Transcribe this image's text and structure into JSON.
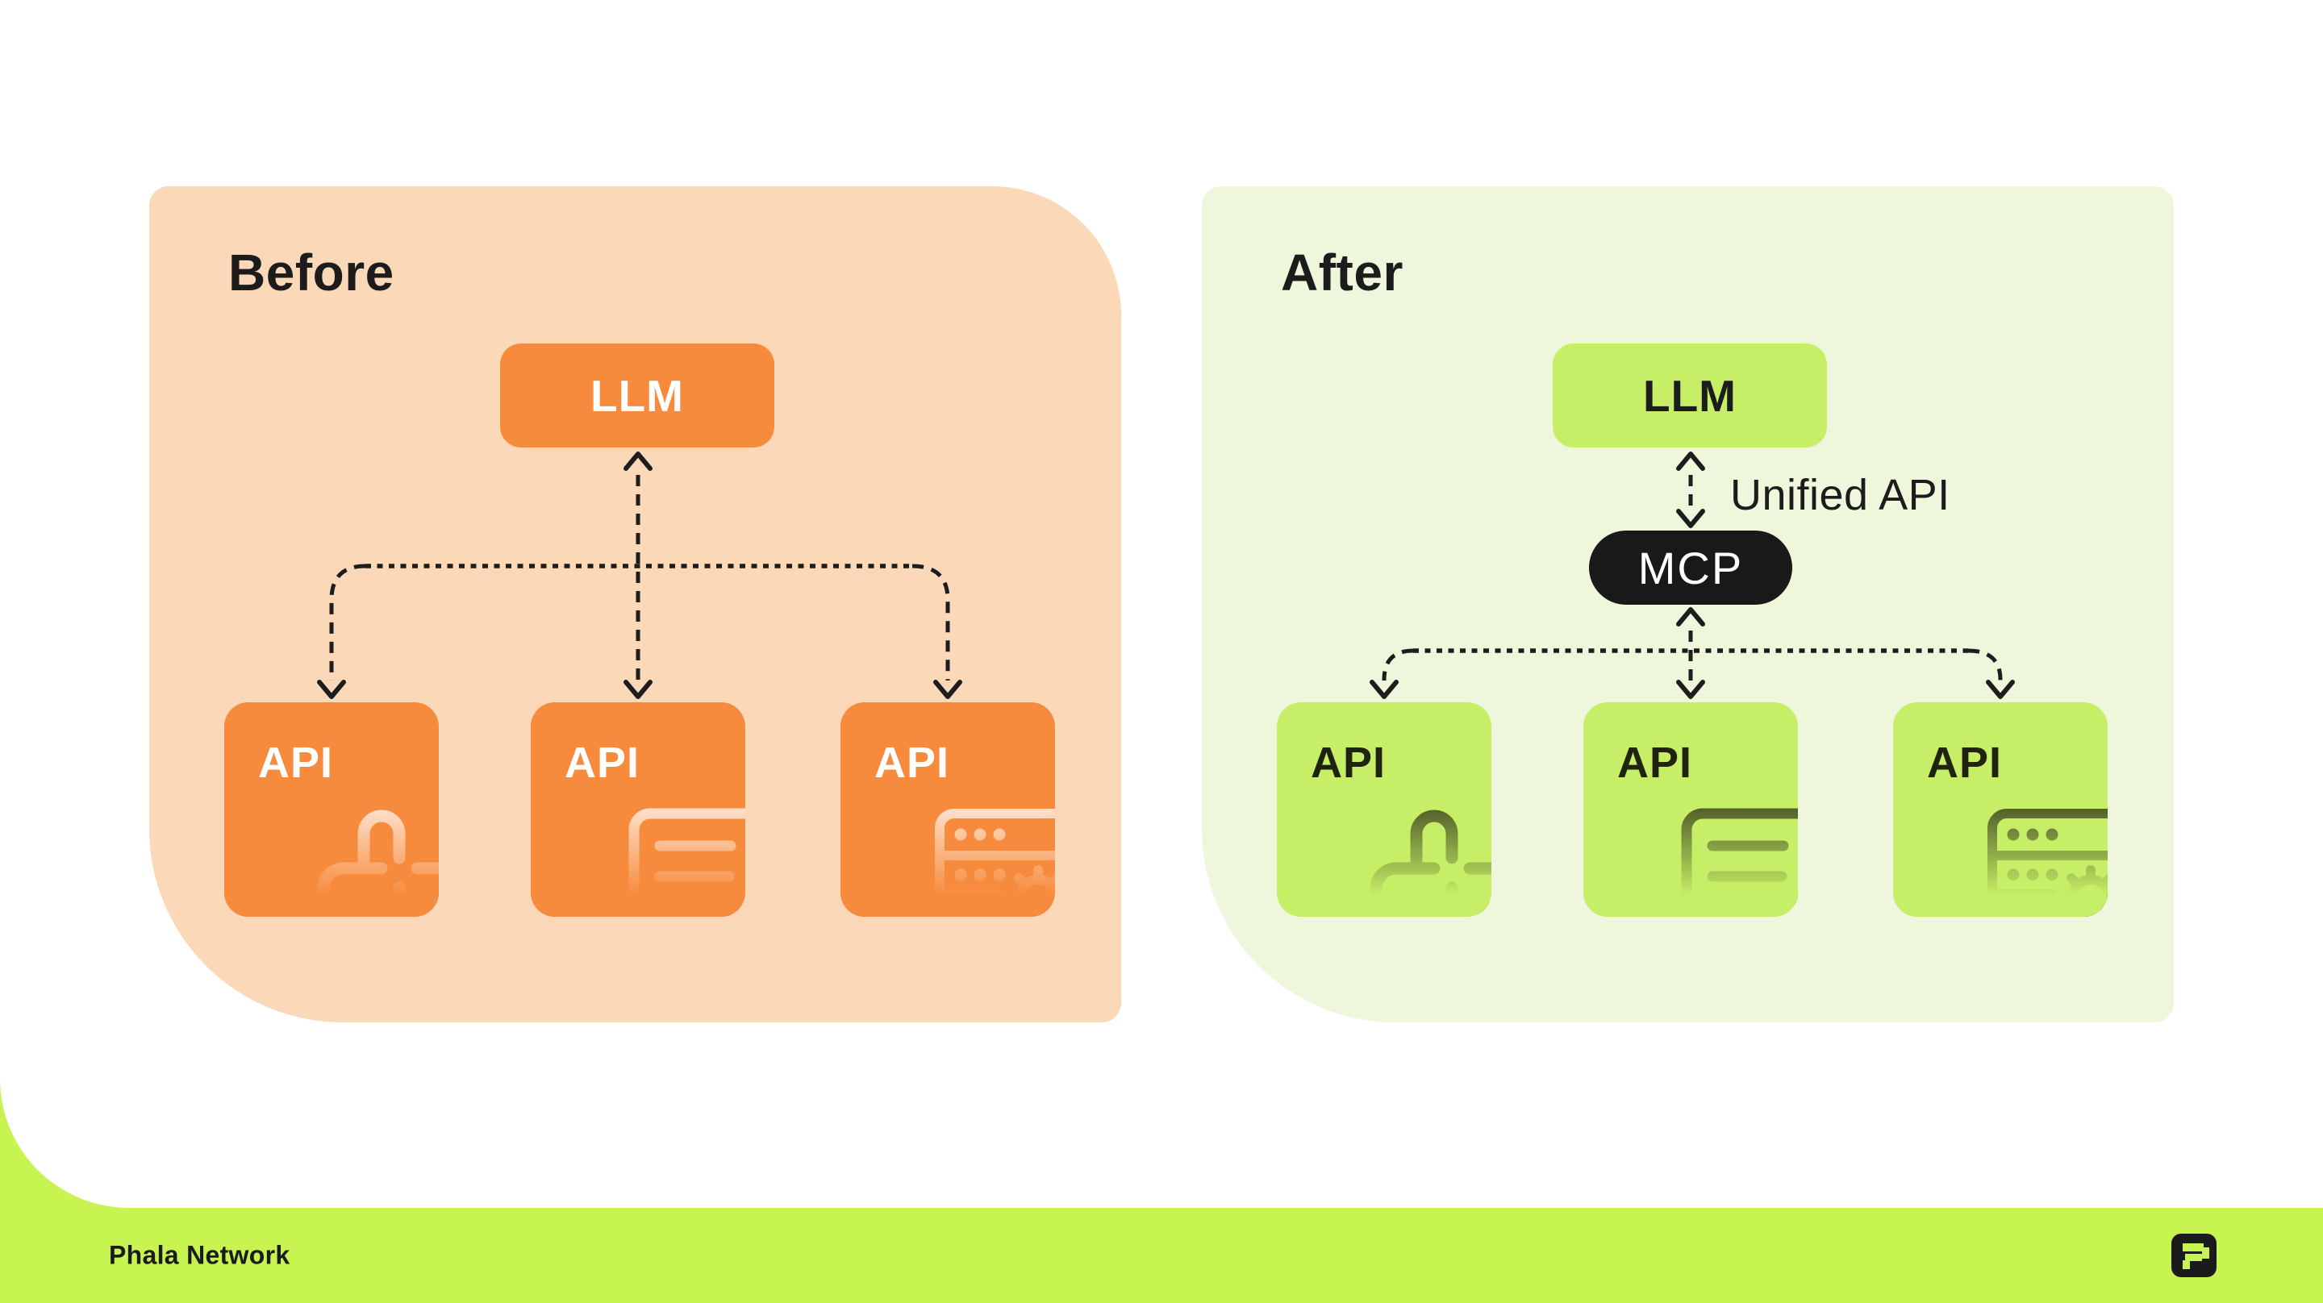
{
  "theme": {
    "white": "#ffffff",
    "ink": "#1c1c1c",
    "line": "#1d1d1d",
    "peach": "#fbd8b7",
    "orange": "#f78b3d",
    "panel_green": "#eef7db",
    "box_green": "#c6ef67",
    "brand_green": "#c8f451",
    "mcp_black": "#191919",
    "icon_dark": "#2a2d13"
  },
  "panels": {
    "before": {
      "title": "Before",
      "llm_label": "LLM",
      "api_boxes": [
        {
          "label": "API",
          "icon": "chain-link-icon"
        },
        {
          "label": "API",
          "icon": "document-icon"
        },
        {
          "label": "API",
          "icon": "server-gear-icon"
        }
      ]
    },
    "after": {
      "title": "After",
      "llm_label": "LLM",
      "mcp_label": "MCP",
      "unified_api_label": "Unified API",
      "api_boxes": [
        {
          "label": "API",
          "icon": "chain-link-icon"
        },
        {
          "label": "API",
          "icon": "document-icon"
        },
        {
          "label": "API",
          "icon": "server-gear-icon"
        }
      ]
    }
  },
  "footer": {
    "brand": "Phala Network",
    "logo": "phala-p-logo"
  }
}
